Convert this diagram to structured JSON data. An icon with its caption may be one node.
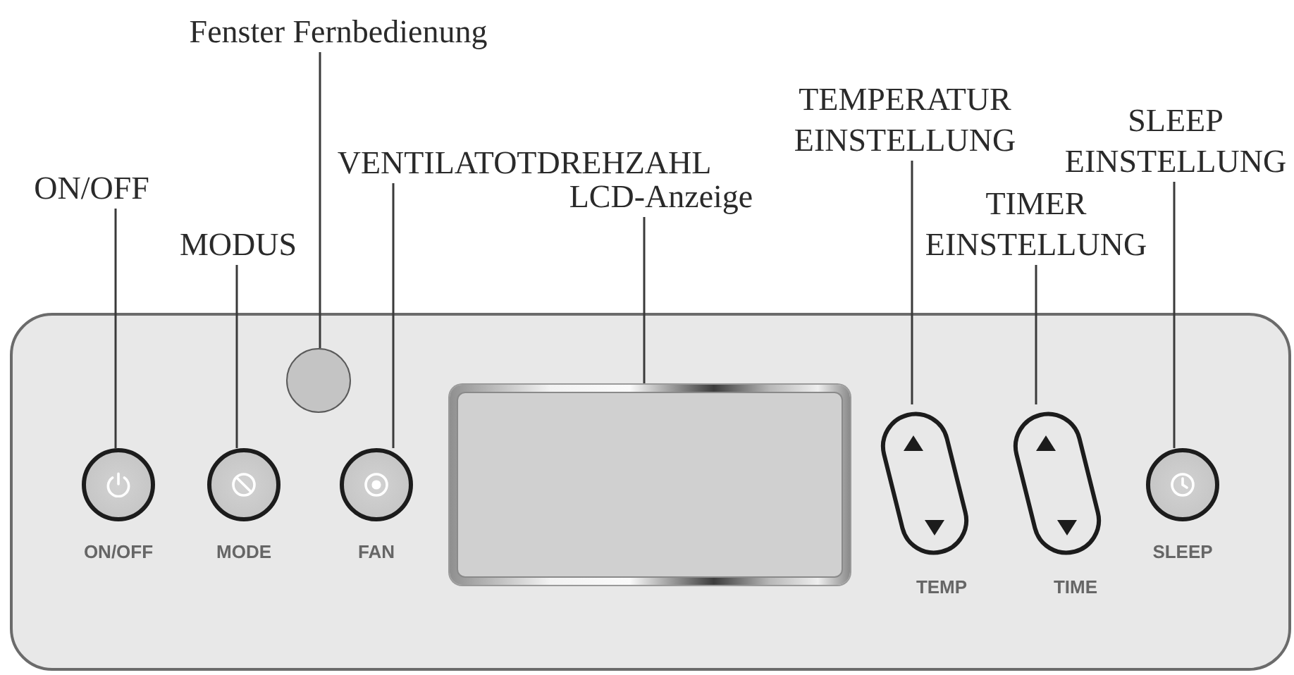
{
  "diagram": {
    "nodes": [
      {
        "text": [
          "ON/OFF"
        ]
      },
      {
        "text": [
          "MODUS"
        ]
      },
      {
        "text": [
          "Fenster Fernbedienung"
        ]
      },
      {
        "text": [
          "VENTILATOTDREHZAHL"
        ]
      },
      {
        "text": [
          "LCD-Anzeige"
        ]
      },
      {
        "text": [
          "TEMPERATUR EINSTELLUNG"
        ]
      },
      {
        "text": [
          "TIMER EINSTELLUNG"
        ]
      },
      {
        "text": [
          "SLEEP EINSTELLUNG"
        ]
      },
      {
        "text": [],
        "shape": "box"
      },
      {
        "text": [],
        "shape": "circle",
        "in": 8,
        "beside": [
          "ON/OFF"
        ]
      },
      {
        "text": [],
        "shape": "circle",
        "in": 8,
        "beside": [
          "MODE"
        ]
      },
      {
        "text": [],
        "shape": "circle",
        "in": 8
      },
      {
        "text": [],
        "shape": "circle",
        "in": 8,
        "beside": [
          "FAN"
        ]
      },
      {
        "text": [],
        "shape": "box",
        "in": 8
      },
      {
        "text": [],
        "shape": "pill",
        "in": 8,
        "beside": [
          "TEMP"
        ]
      },
      {
        "text": [],
        "shape": "pill",
        "in": 8,
        "beside": [
          "TIME"
        ]
      },
      {
        "text": [],
        "shape": "circle",
        "in": 8,
        "beside": [
          "SLEEP"
        ]
      }
    ],
    "edges": [
      {
        "from": 0,
        "to": 9,
        "arrow": "none"
      },
      {
        "from": 1,
        "to": 10,
        "arrow": "none"
      },
      {
        "from": 2,
        "to": 11,
        "arrow": "none"
      },
      {
        "from": 3,
        "to": 12,
        "arrow": "none"
      },
      {
        "from": 4,
        "to": 13,
        "arrow": "none"
      },
      {
        "from": 5,
        "to": 14,
        "arrow": "none"
      },
      {
        "from": 6,
        "to": 15,
        "arrow": "none"
      },
      {
        "from": 7,
        "to": 16,
        "arrow": "none"
      }
    ]
  }
}
